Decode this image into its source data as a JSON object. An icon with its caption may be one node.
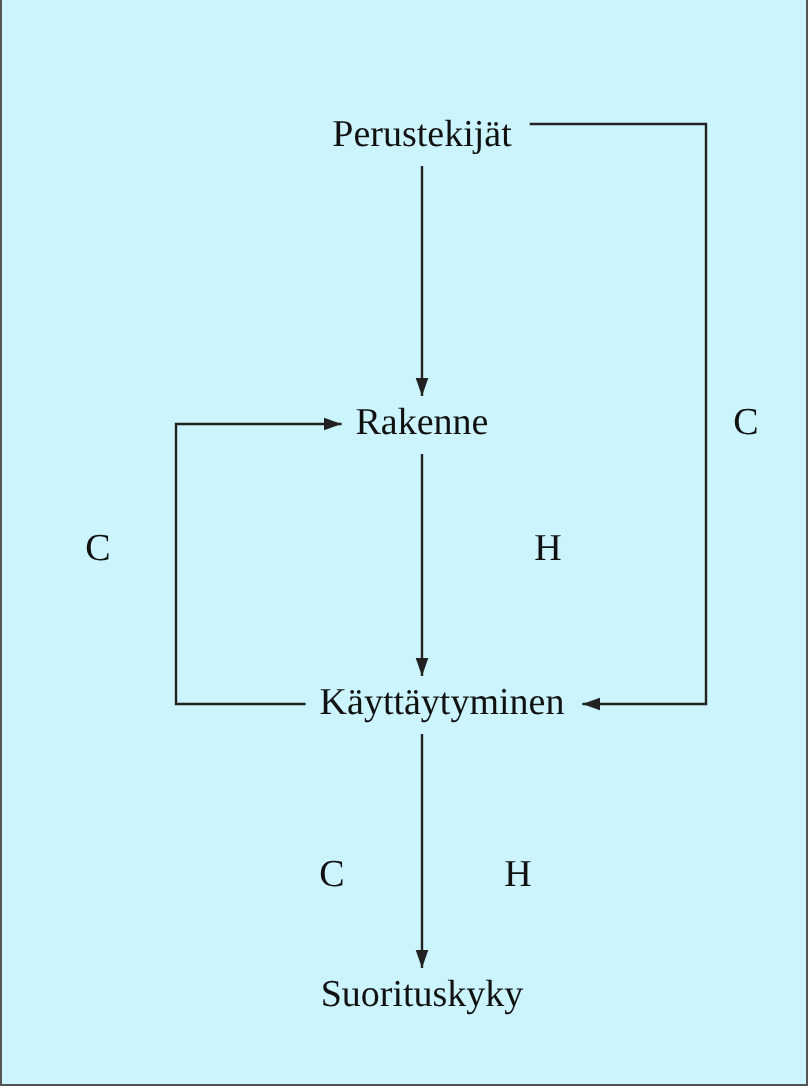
{
  "diagram": {
    "nodes": [
      {
        "text": [
          "Perustekijät"
        ]
      },
      {
        "text": [
          "Rakenne"
        ]
      },
      {
        "text": [
          "Käyttäytyminen"
        ]
      },
      {
        "text": [
          "Suorituskyky"
        ]
      }
    ],
    "edges": [
      {
        "from": 0,
        "to": 1,
        "arrow": "to"
      },
      {
        "from": 1,
        "to": 2,
        "arrow": "to",
        "label": "H"
      },
      {
        "from": 2,
        "to": 3,
        "arrow": "to"
      },
      {
        "from": 2,
        "to": 1,
        "arrow": "to",
        "label": "C"
      },
      {
        "from": 0,
        "to": 2,
        "arrow": "to",
        "label": "C"
      }
    ],
    "labels": [
      "C",
      "H"
    ]
  }
}
